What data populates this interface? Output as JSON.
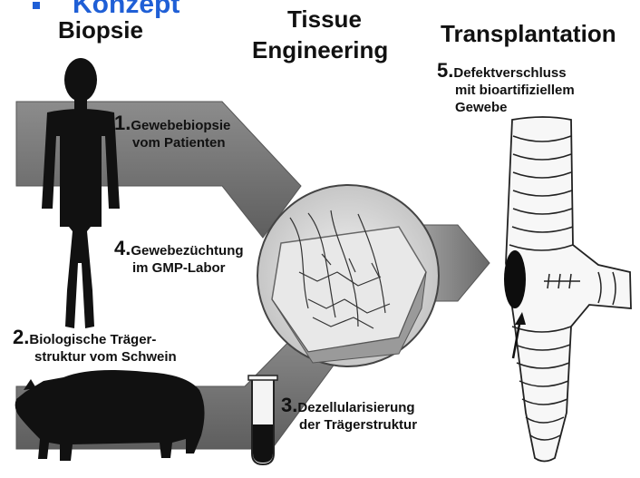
{
  "header": {
    "partial_title": "Konzept",
    "accent_color": "#1f5fd6"
  },
  "columns": {
    "biopsie": "Biopsie",
    "tissue_line1": "Tissue",
    "tissue_line2": "Engineering",
    "transplantation": "Transplantation"
  },
  "steps": [
    {
      "num": "1.",
      "line1": "Gewebebiopsie",
      "line2": "vom Patienten"
    },
    {
      "num": "2.",
      "line1": "Biologische Träger-",
      "line2": "struktur vom Schwein"
    },
    {
      "num": "3.",
      "line1": "Dezellularisierung",
      "line2": "der Trägerstruktur"
    },
    {
      "num": "4.",
      "line1": "Gewebezüchtung",
      "line2": "im GMP-Labor"
    },
    {
      "num": "5.",
      "line1": "Defektverschluss",
      "line2": "mit bioartifiziellem",
      "line3": "Gewebe"
    }
  ],
  "icons": {
    "human": "human-silhouette-icon",
    "pig": "pig-silhouette-icon",
    "tube": "test-tube-icon",
    "tissue": "tissue-scaffold-icon",
    "trachea": "trachea-icon",
    "arrow": "pointer-arrow-icon"
  }
}
